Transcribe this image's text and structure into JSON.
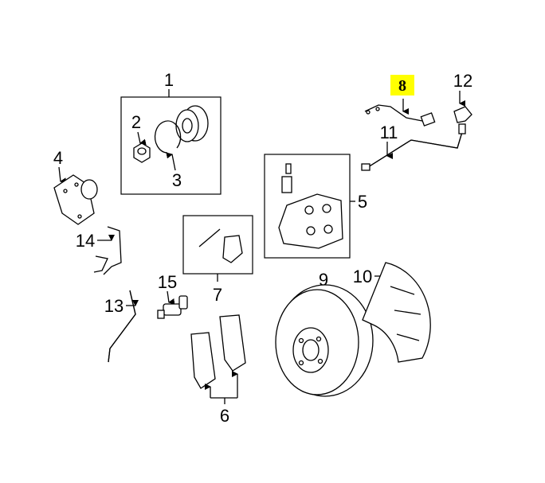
{
  "diagram": {
    "callouts": {
      "c1": "1",
      "c2": "2",
      "c3": "3",
      "c4": "4",
      "c5": "5",
      "c6": "6",
      "c7": "7",
      "c8": "8",
      "c9": "9",
      "c10": "10",
      "c11": "11",
      "c12": "12",
      "c13": "13",
      "c14": "14",
      "c15": "15"
    },
    "highlighted_callout": "8",
    "highlight_color": "#ffff00"
  }
}
